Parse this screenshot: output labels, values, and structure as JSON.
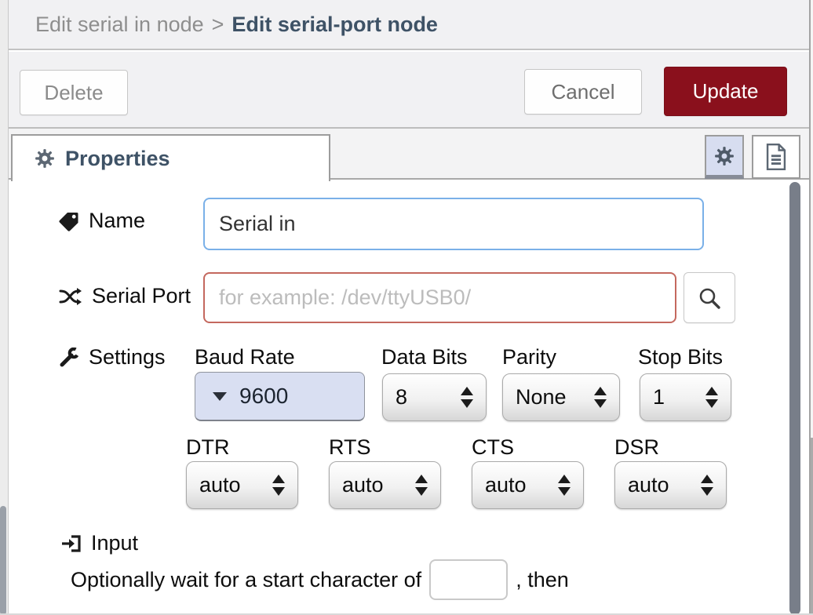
{
  "header": {
    "breadcrumb_dim": "Edit serial in node",
    "separator": ">",
    "breadcrumb_active": "Edit serial-port node"
  },
  "toolbar": {
    "delete_label": "Delete",
    "cancel_label": "Cancel",
    "update_label": "Update"
  },
  "tabs": {
    "properties_label": "Properties"
  },
  "form": {
    "name": {
      "label": "Name",
      "value": "Serial in"
    },
    "serial_port": {
      "label": "Serial Port",
      "value": "",
      "placeholder": "for example: /dev/ttyUSB0/"
    },
    "settings": {
      "label": "Settings",
      "baud": {
        "label": "Baud Rate",
        "value": "9600"
      },
      "databits": {
        "label": "Data Bits",
        "value": "8"
      },
      "parity": {
        "label": "Parity",
        "value": "None"
      },
      "stopbits": {
        "label": "Stop Bits",
        "value": "1"
      },
      "dtr": {
        "label": "DTR",
        "value": "auto"
      },
      "rts": {
        "label": "RTS",
        "value": "auto"
      },
      "cts": {
        "label": "CTS",
        "value": "auto"
      },
      "dsr": {
        "label": "DSR",
        "value": "auto"
      }
    },
    "input_section": {
      "label": "Input",
      "sentence_before": "Optionally wait for a start character of",
      "char_value": "",
      "sentence_after": ", then"
    }
  },
  "icons": {
    "properties_tab": "gear-icon",
    "name_field": "tag-icon",
    "serial_port_field": "shuffle-icon",
    "settings_field": "wrench-icon",
    "input_field": "sign-in-icon",
    "search_button": "search-icon",
    "node_settings_button": "gear-icon",
    "node_info_button": "document-icon",
    "baud_button": "caret-down-icon",
    "selects": "spinner-arrows-icon"
  },
  "colors": {
    "accent_red": "#8a101c",
    "focus_blue": "#7ab0e8",
    "error_red": "#c4685e",
    "lavender_select": "#d9dff2",
    "breadcrumb_active": "#3e5266",
    "panel_gray": "#f1f1f3",
    "scrollbar_thumb": "#787e89"
  }
}
